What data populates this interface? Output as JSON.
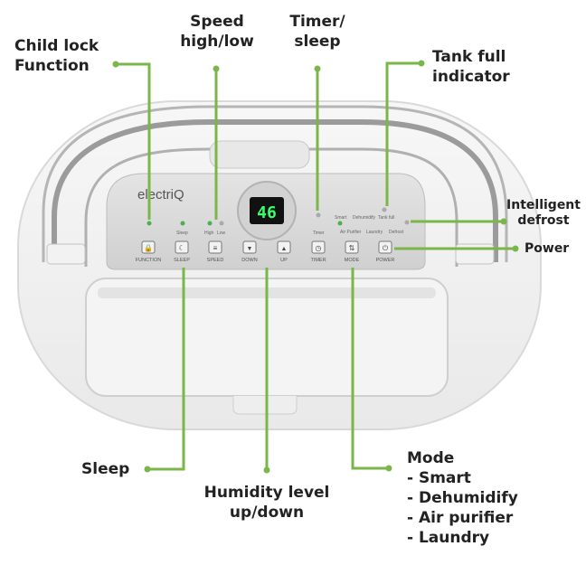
{
  "brand": "electriQ",
  "display_value": "46",
  "callouts": {
    "child_lock": "Child lock\nFunction",
    "speed": "Speed\nhigh/low",
    "timer": "Timer/\nsleep",
    "tank_full": "Tank full\nindicator",
    "intelligent_defrost": "Intelligent\ndefrost",
    "power": "Power",
    "sleep": "Sleep",
    "humidity": "Humidity level\nup/down",
    "mode_title": "Mode",
    "mode_items": [
      "- Smart",
      "- Dehumidify",
      "- Air purifier",
      "- Laundry"
    ]
  },
  "panel": {
    "indicators": {
      "sleep": "Sleep",
      "high": "High",
      "low": "Low",
      "timer": "Timer",
      "smart": "Smart",
      "dehumidify": "Dehumidify",
      "tank_full": "Tank full",
      "air_purifier": "Air Purifier",
      "laundry": "Laundry",
      "defrost": "Defrost"
    },
    "buttons": [
      "FUNCTION",
      "SLEEP",
      "SPEED",
      "DOWN",
      "UP",
      "TIMER",
      "MODE",
      "POWER"
    ]
  },
  "colors": {
    "leader_line": "#7ab648",
    "led_green": "#4caf50",
    "display_green": "#39ff6a"
  }
}
